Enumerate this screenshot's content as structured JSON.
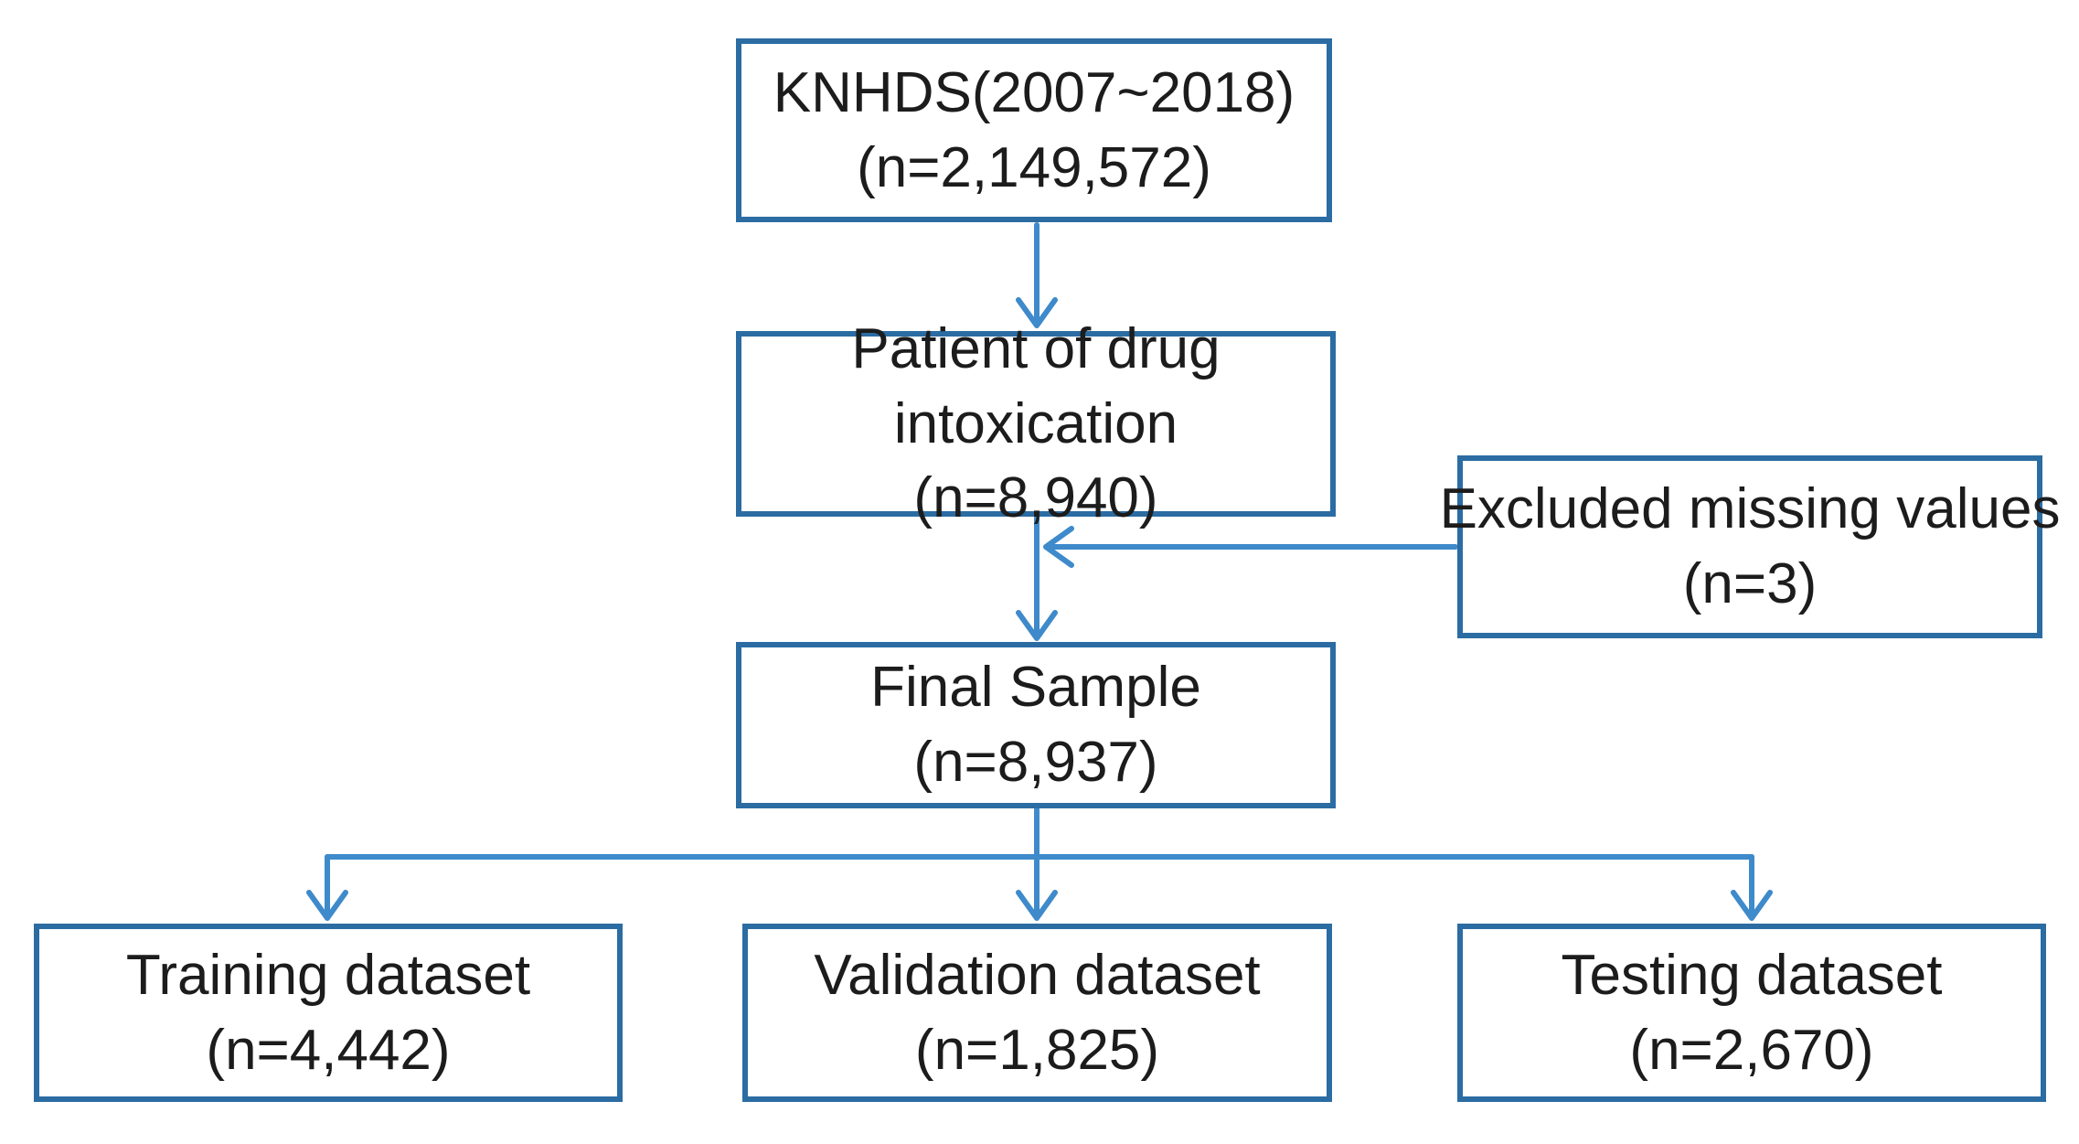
{
  "figure": {
    "type": "flowchart",
    "description_nodes": {
      "knhds": {
        "lines": [
          "KNHDS(2007~2018)",
          "(n=2,149,572)"
        ]
      },
      "patient": {
        "lines": [
          "Patient of drug",
          "intoxication",
          "(n=8,940)"
        ]
      },
      "excluded": {
        "lines": [
          "Excluded missing values",
          "(n=3)"
        ]
      },
      "final": {
        "lines": [
          "Final Sample",
          "(n=8,937)"
        ]
      },
      "training": {
        "lines": [
          "Training dataset",
          "(n=4,442)"
        ]
      },
      "validation": {
        "lines": [
          "Validation dataset",
          "(n=1,825)"
        ]
      },
      "testing": {
        "lines": [
          "Testing dataset",
          "(n=2,670)"
        ]
      }
    },
    "edges": [
      {
        "from": "knhds",
        "to": "patient"
      },
      {
        "from": "patient",
        "to": "final"
      },
      {
        "from": "excluded",
        "to": "patient-final-connector"
      },
      {
        "from": "final",
        "to": "training"
      },
      {
        "from": "final",
        "to": "validation"
      },
      {
        "from": "final",
        "to": "testing"
      }
    ]
  },
  "colors": {
    "box_border": "#2b6ca3",
    "connector": "#3e8acb",
    "text": "#1c1c1c",
    "background": "#ffffff"
  }
}
